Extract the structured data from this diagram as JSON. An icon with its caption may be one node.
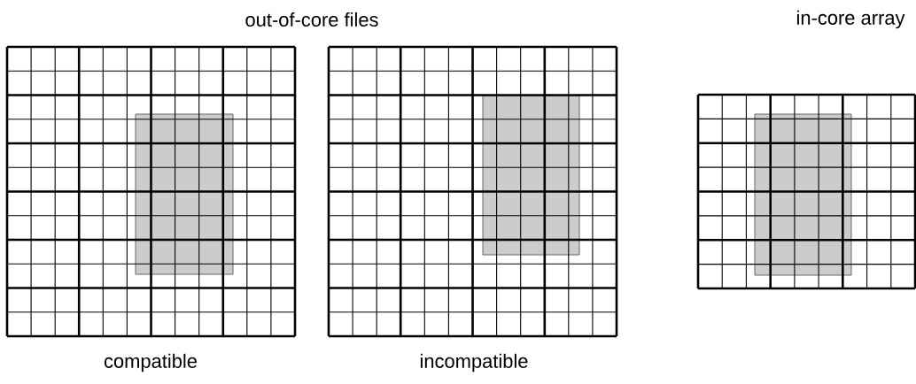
{
  "diagram": {
    "labels": [
      "out-of-core files",
      "in-core array",
      "compatible",
      "incompatible"
    ]
  }
}
